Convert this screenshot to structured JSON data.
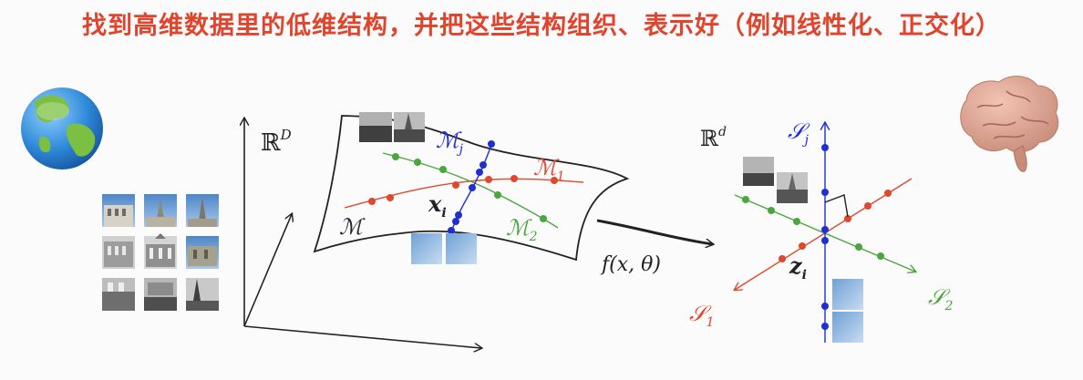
{
  "title": "找到高维数据里的低维结构，并把这些结构组织、表示好（例如线性化、正交化）",
  "labels": {
    "high_space": "ℝ",
    "high_space_sup": "D",
    "manifold": "ℳ",
    "manifold_1": "ℳ",
    "manifold_1_sub": "1",
    "manifold_2": "ℳ",
    "manifold_2_sub": "2",
    "manifold_j": "ℳ",
    "manifold_j_sub": "j",
    "point_x": "x",
    "point_x_sub": "i",
    "mapping": "f(x, θ)",
    "low_space": "ℝ",
    "low_space_sup": "d",
    "subspace_j": "𝒮",
    "subspace_j_sub": "j",
    "subspace_1": "𝒮",
    "subspace_1_sub": "1",
    "subspace_2": "𝒮",
    "subspace_2_sub": "2",
    "point_z": "z",
    "point_z_sub": "i"
  },
  "icons": {
    "earth": "earth-globe-icon",
    "brain": "brain-icon"
  },
  "colors": {
    "title": "#e0442c",
    "red": "#e0482e",
    "green": "#4aa63f",
    "blue": "#1f2fd0",
    "black": "#222222"
  }
}
